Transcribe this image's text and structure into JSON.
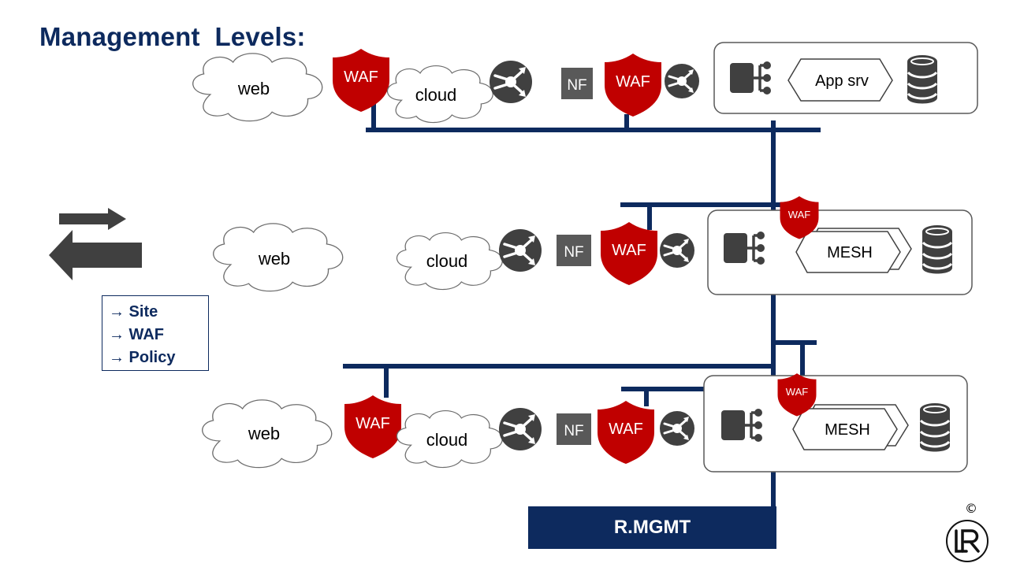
{
  "title": "Management  Levels:",
  "legend": {
    "items": [
      "→ Site",
      "→ WAF",
      "→ Policy"
    ]
  },
  "labels": {
    "web": "web",
    "cloud": "cloud",
    "nf": "NF",
    "waf": "WAF",
    "app_srv": "App srv",
    "mesh": "MESH",
    "rmgmt": "R.MGMT",
    "copyright": "©"
  },
  "icons": [
    "cloud-icon",
    "router-icon",
    "shield-icon",
    "network-switch-icon",
    "database-icon",
    "double-arrow-icon",
    "logo-icon"
  ],
  "colors": {
    "navy": "#0d2a5e",
    "waf_red": "#c00000",
    "icon_gray": "#404040",
    "nf_gray": "#595959"
  }
}
